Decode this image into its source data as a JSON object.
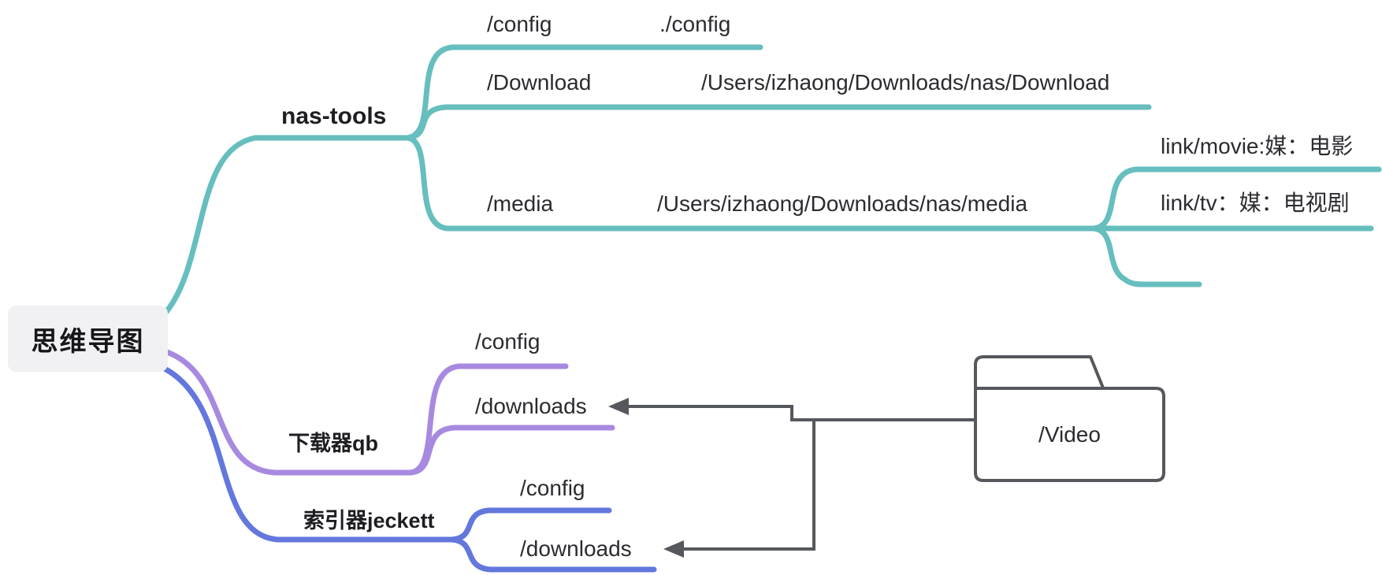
{
  "root": {
    "label": "思维导图"
  },
  "branches": [
    {
      "id": "nas-tools",
      "label": "nas-tools",
      "color": "#67bebe",
      "children": [
        {
          "name": "/config",
          "value": "./config"
        },
        {
          "name": "/Download",
          "value": "/Users/izhaong/Downloads/nas/Download"
        },
        {
          "name": "/media",
          "value": "/Users/izhaong/Downloads/nas/media",
          "children": [
            {
              "label": "link/movie:媒：电影"
            },
            {
              "label": "link/tv：媒：电视剧"
            },
            {
              "label": ""
            }
          ]
        }
      ]
    },
    {
      "id": "qb",
      "label": "下载器qb",
      "color": "#a78ae0",
      "children": [
        {
          "name": "/config"
        },
        {
          "name": "/downloads"
        }
      ]
    },
    {
      "id": "jeckett",
      "label": "索引器jeckett",
      "color": "#6377dd",
      "children": [
        {
          "name": "/config"
        },
        {
          "name": "/downloads"
        }
      ]
    }
  ],
  "folder": {
    "label": "/Video"
  },
  "colors": {
    "teal": "#67bebe",
    "purple": "#a78ae0",
    "blue": "#6377dd",
    "connector": "#55585c",
    "root_bg": "#f1f1f3",
    "text": "#2b2b30"
  }
}
